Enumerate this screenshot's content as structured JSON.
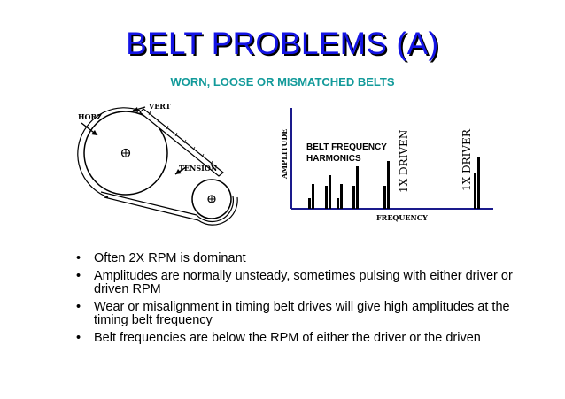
{
  "slide": {
    "title": "BELT  PROBLEMS  (A)",
    "subtitle": "WORN, LOOSE OR MISMATCHED BELTS"
  },
  "pulley_diagram": {
    "labels": {
      "horz": "HORZ",
      "vert": "VERT",
      "tension": "TENSION"
    }
  },
  "spectrum": {
    "ylabel": "AMPLITUDE",
    "xlabel": "FREQUENCY",
    "belt_label_line1": "BELT FREQUENCY",
    "belt_label_line2": "HARMONICS",
    "driven_label": "1X  DRIVEN",
    "driver_label": "1X  DRIVER"
  },
  "bullets": [
    "Often 2X RPM is dominant",
    "Amplitudes are normally unsteady, sometimes pulsing with either driver or driven RPM",
    "Wear or misalignment in timing belt drives will give high amplitudes at the timing belt frequency",
    "Belt frequencies are below the RPM of either the driver or the driven"
  ],
  "bullet_marker": "•"
}
